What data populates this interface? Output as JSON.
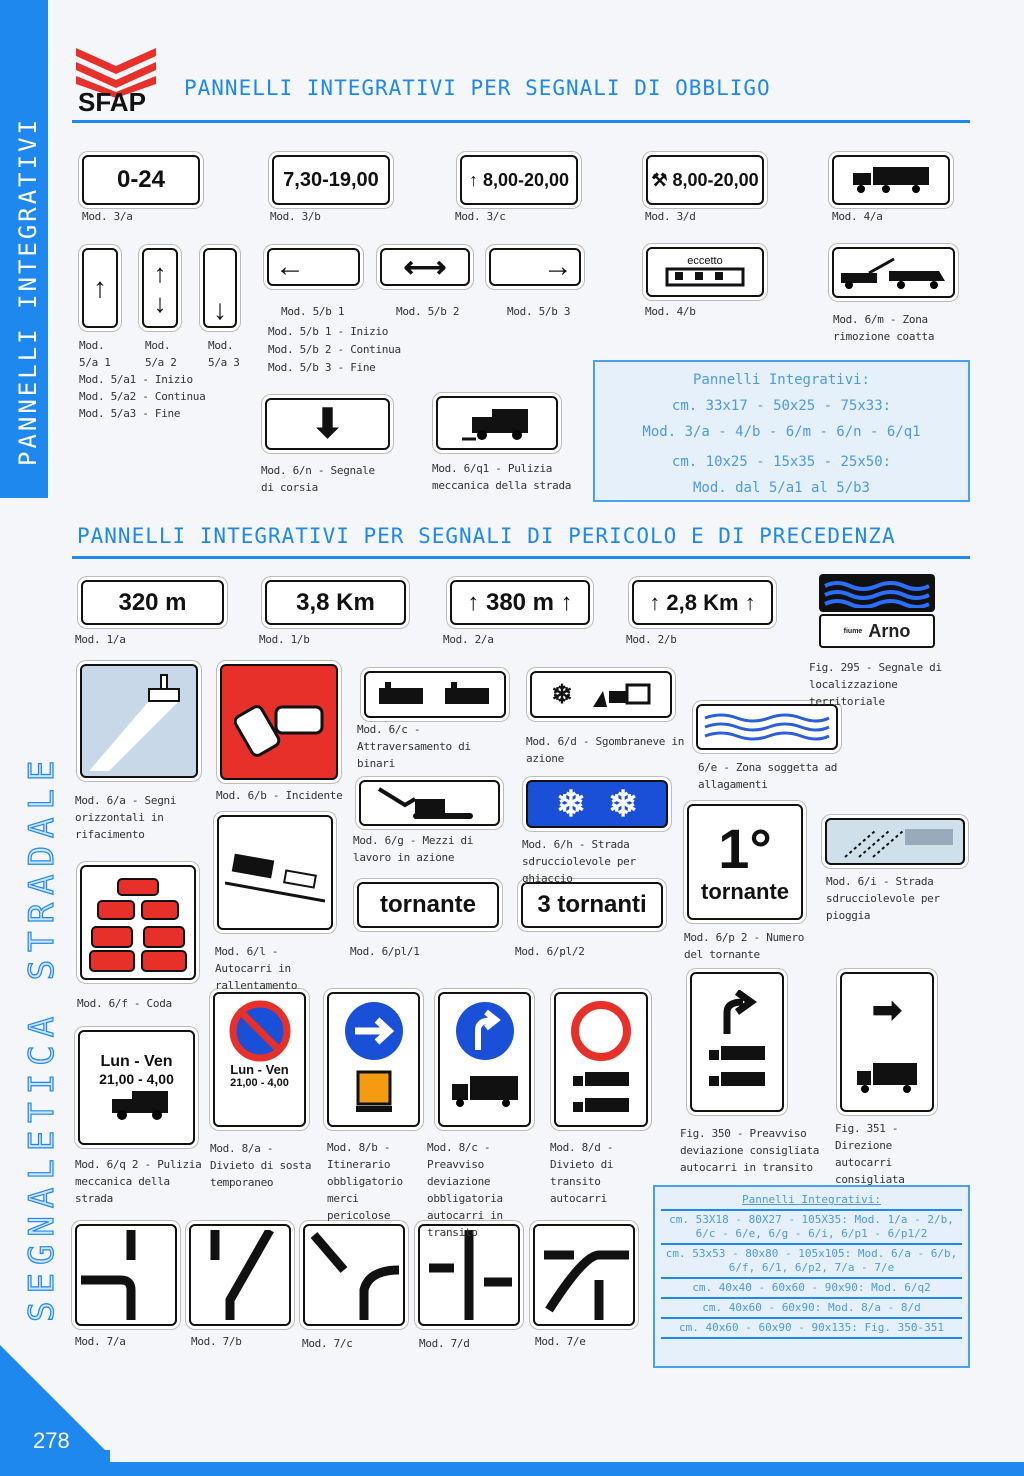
{
  "brand": "SFAP",
  "side_title": "PANNELLI INTEGRATIVI",
  "side_title2": "SEGNALETICA STRADALE",
  "page_number": "278",
  "header1": "PANNELLI INTEGRATIVI PER SEGNALI DI OBBLIGO",
  "header2": "PANNELLI INTEGRATIVI PER SEGNALI DI PERICOLO E DI PRECEDENZA",
  "signs": {
    "s3a": "0-24",
    "s3b": "7,30-19,00",
    "s3c": "↑ 8,00-20,00",
    "s3d": "⚒ 8,00-20,00",
    "eccetto": "eccetto",
    "s1a": "320 m",
    "s1b": "3,8 Km",
    "s2a": "↑ 380 m ↑",
    "s2b": "↑ 2,8 Km ↑",
    "arno_small": "fiume",
    "arno": "Arno",
    "tornante": "tornante",
    "tornanti": "3 tornanti",
    "first": "1°",
    "lunven": "Lun - Ven",
    "hours": "21,00 - 4,00"
  },
  "captions1": [
    "Mod. 3/a",
    "Mod. 3/b",
    "Mod. 3/c",
    "Mod. 3/d",
    "Mod. 4/a",
    "Mod. 5/a 1",
    "Mod. 5/a 2",
    "Mod. 5/a 3",
    "Mod. 5/a1 - Inizio",
    "Mod. 5/a2 - Continua",
    "Mod. 5/a3 - Fine",
    "Mod. 5/b 1",
    "Mod. 5/b 2",
    "Mod. 5/b 3",
    "Mod. 5/b 1 - Inizio",
    "Mod. 5/b 2 - Continua",
    "Mod. 5/b 3 - Fine",
    "Mod. 4/b",
    "Mod. 6/m - Zona rimozione coatta",
    "Mod. 6/n - Segnale di corsia",
    "Mod. 6/q1 - Pulizia meccanica della strada"
  ],
  "info1": [
    "Pannelli Integrativi:",
    "cm. 33x17 - 50x25 - 75x33:",
    "Mod. 3/a - 4/b - 6/m - 6/n - 6/q1",
    "cm. 10x25 - 15x35 - 25x50:",
    "Mod. dal 5/a1 al 5/b3"
  ],
  "captions2": [
    "Mod. 1/a",
    "Mod. 1/b",
    "Mod. 2/a",
    "Mod. 2/b",
    "Fig. 295 - Segnale di localizzazione territoriale",
    "Mod. 6/a - Segni orizzontali in rifacimento",
    "Mod. 6/b - Incidente",
    "Mod. 6/c - Attraversamento di binari",
    "Mod. 6/d - Sgombraneve in azione",
    "6/e - Zona soggetta ad allagamenti",
    "Mod. 6/g - Mezzi di lavoro in azione",
    "Mod. 6/h - Strada sdrucciolevole per ghiaccio",
    "Mod. 6/p 2 - Numero del tornante",
    "Mod. 6/i - Strada sdrucciolevole per pioggia",
    "Mod. 6/f - Coda",
    "Mod. 6/l - Autocarri in rallentamento",
    "Mod. 6/pl/1",
    "Mod. 6/pl/2",
    "Mod. 6/q 2 - Pulizia meccanica della strada",
    "Mod. 8/a - Divieto di sosta temporaneo",
    "Mod. 8/b - Itinerario obbligatorio merci pericolose",
    "Mod. 8/c - Preavviso deviazione obbligatoria autocarri in transito",
    "Mod. 8/d - Divieto di transito autocarri",
    "Fig. 350 - Preavviso deviazione consigliata autocarri in transito",
    "Fig. 351 - Direzione autocarri consigliata",
    "Mod. 7/a",
    "Mod. 7/b",
    "Mod. 7/c",
    "Mod. 7/d",
    "Mod. 7/e"
  ],
  "info2": [
    "Pannelli Integrativi:",
    "cm. 53X18 - 80X27 - 105X35: Mod. 1/a - 2/b, 6/c - 6/e, 6/g - 6/i, 6/p1 - 6/p1/2",
    "cm. 53x53 - 80x80 - 105x105: Mod. 6/a - 6/b, 6/f, 6/1, 6/p2, 7/a - 7/e",
    "cm. 40x40 - 60x60 - 90x90: Mod. 6/q2",
    "cm. 40x60 - 60x90: Mod. 8/a - 8/d",
    "cm. 40x60 - 60x90 - 90x135: Fig. 350-351"
  ],
  "colors": {
    "accent": "#1e88ee",
    "red": "#e8302a",
    "blue": "#1a4fd8"
  }
}
